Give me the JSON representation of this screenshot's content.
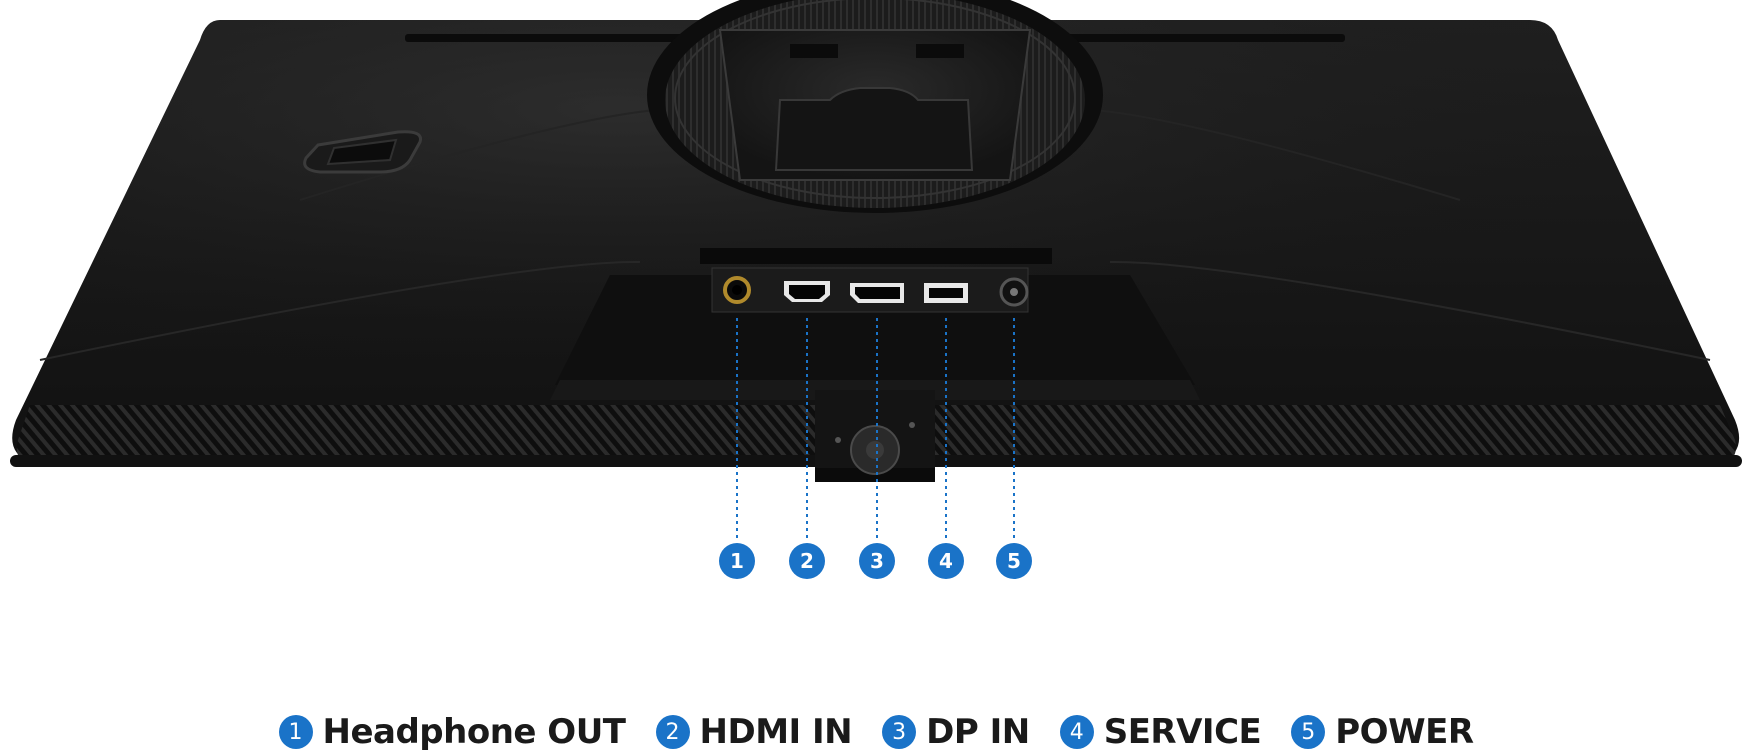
{
  "colors": {
    "accent": "#1a73c8",
    "monitor_body": "#151515",
    "text": "#1a1a1a",
    "background": "#ffffff"
  },
  "ports": [
    {
      "number": "1",
      "label": "Headphone OUT",
      "icon": "headphone-jack-icon"
    },
    {
      "number": "2",
      "label": "HDMI IN",
      "icon": "hdmi-port-icon"
    },
    {
      "number": "3",
      "label": "DP IN",
      "icon": "displayport-icon"
    },
    {
      "number": "4",
      "label": "SERVICE",
      "icon": "usb-service-port-icon"
    },
    {
      "number": "5",
      "label": "POWER",
      "icon": "power-socket-icon"
    }
  ]
}
